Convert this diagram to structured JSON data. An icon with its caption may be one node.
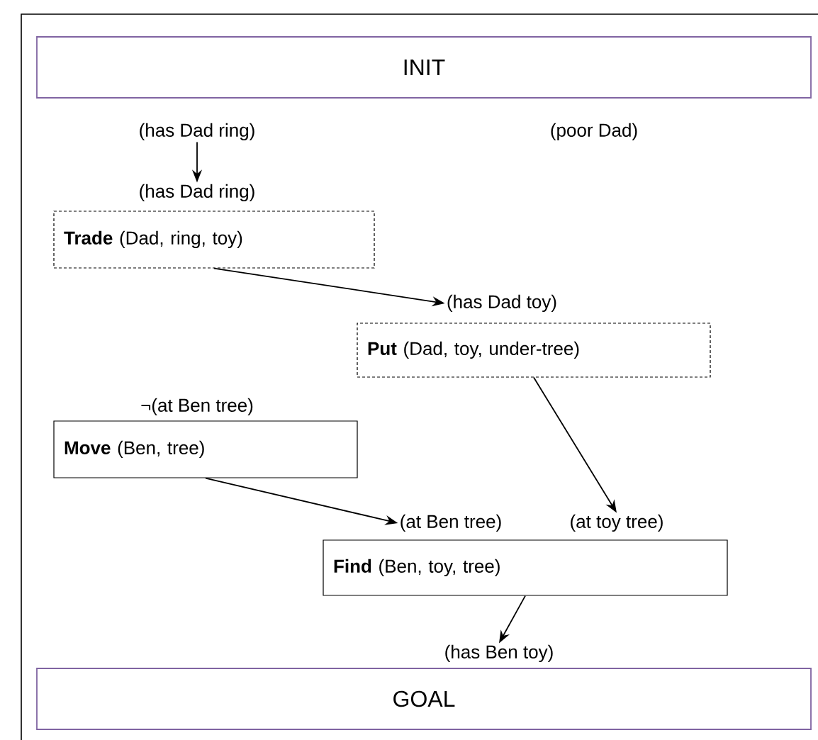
{
  "diagram": {
    "nodes": [
      {
        "text": [
          "INIT"
        ]
      },
      {
        "text": [
          "(has Dad ring)"
        ]
      },
      {
        "text": [
          "(has Dad ring)"
        ]
      },
      {
        "text": [
          "**Trade** (Dad, ring, toy)"
        ]
      },
      {
        "text": [
          "(has Dad toy)"
        ]
      },
      {
        "text": [
          "**Put** (Dad, toy, under-tree)"
        ]
      },
      {
        "text": [
          "**Move** (Ben, tree)"
        ]
      },
      {
        "text": [
          "(at Ben tree)"
        ]
      },
      {
        "text": [
          "(at toy tree)"
        ]
      },
      {
        "text": [
          "**Find** (Ben, toy, tree)"
        ]
      },
      {
        "text": [
          "(has Ben toy)"
        ]
      },
      {
        "text": [
          "GOAL"
        ]
      }
    ],
    "edges": [
      {
        "from": 1,
        "to": 2,
        "arrow": "to"
      },
      {
        "from": 3,
        "to": 4,
        "arrow": "to"
      },
      {
        "from": 5,
        "to": 8,
        "arrow": "to"
      },
      {
        "from": 6,
        "to": 7,
        "arrow": "to"
      },
      {
        "from": 9,
        "to": 10,
        "arrow": "to"
      }
    ],
    "labels": [
      "(poor Dad)",
      "¬(at Ben tree)"
    ]
  }
}
